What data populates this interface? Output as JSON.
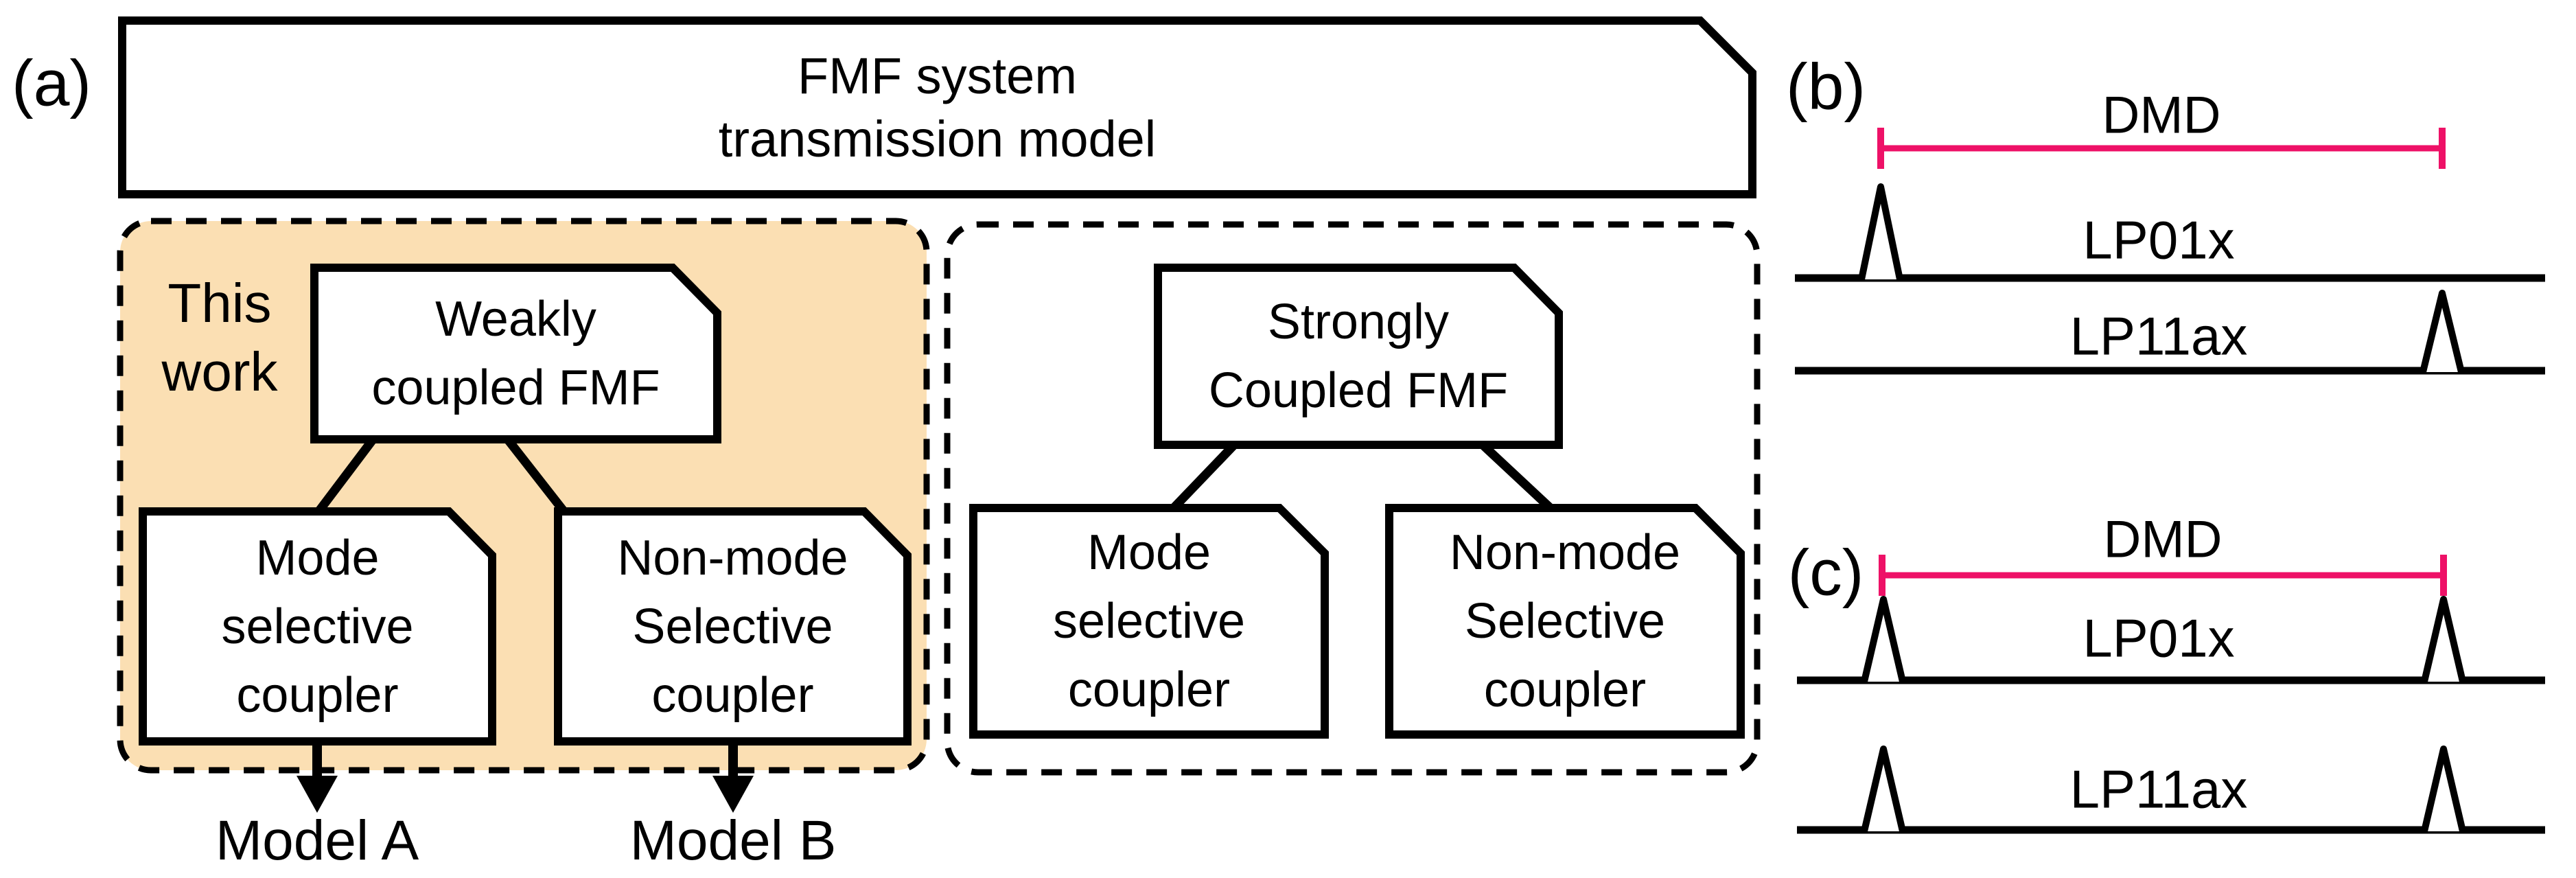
{
  "colors": {
    "highlight_fill": "#FBDFB3",
    "dmd_bar_color": "#EE1167",
    "line_color": "#000000"
  },
  "panel_a": {
    "label": "(a)",
    "top_box": {
      "lines": [
        "FMF system",
        "transmission model"
      ]
    },
    "this_work": {
      "lines": [
        "This",
        "work"
      ]
    },
    "weakly": {
      "box": {
        "lines": [
          "Weakly",
          "coupled FMF"
        ]
      },
      "children": [
        {
          "lines": [
            "Mode",
            "selective",
            "coupler"
          ],
          "output": "Model A"
        },
        {
          "lines": [
            "Non-mode",
            "Selective",
            "coupler"
          ],
          "output": "Model B"
        }
      ]
    },
    "strongly": {
      "box": {
        "lines": [
          "Strongly",
          "Coupled FMF"
        ]
      },
      "children": [
        {
          "lines": [
            "Mode",
            "selective",
            "coupler"
          ]
        },
        {
          "lines": [
            "Non-mode",
            "Selective",
            "coupler"
          ]
        }
      ]
    }
  },
  "panel_b": {
    "label": "(b)",
    "dmd": "DMD",
    "traces": [
      {
        "name": "LP01x",
        "pulse_positions": [
          "left"
        ]
      },
      {
        "name": "LP11ax",
        "pulse_positions": [
          "right"
        ]
      }
    ]
  },
  "panel_c": {
    "label": "(c)",
    "dmd": "DMD",
    "traces": [
      {
        "name": "LP01x",
        "pulse_positions": [
          "left",
          "right"
        ]
      },
      {
        "name": "LP11ax",
        "pulse_positions": [
          "left",
          "right"
        ]
      }
    ]
  }
}
